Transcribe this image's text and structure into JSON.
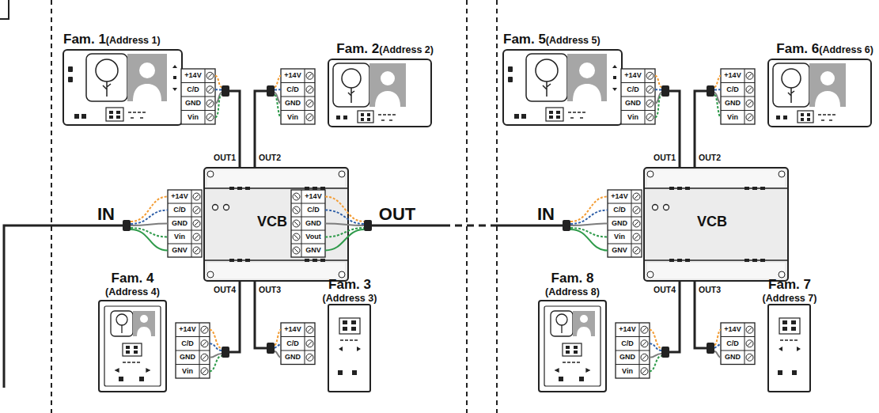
{
  "diagram": {
    "nodes": [
      {
        "text": [
          "Fam. 1",
          "(Address 1)"
        ]
      },
      {
        "text": [
          "Fam. 2",
          "(Address 2)"
        ]
      },
      {
        "text": [
          "VCB"
        ]
      },
      {
        "text": [
          "Fam. 4",
          "(Address 4)"
        ]
      },
      {
        "text": [
          "Fam. 3",
          "(Address 3)"
        ]
      },
      {
        "text": [
          "Fam. 5",
          "(Address 5)"
        ]
      },
      {
        "text": [
          "Fam. 6",
          "(Address 6)"
        ]
      },
      {
        "text": [
          "VCB"
        ]
      },
      {
        "text": [
          "Fam. 8",
          "(Address 8)"
        ]
      },
      {
        "text": [
          "Fam. 7",
          "(Address 7)"
        ]
      }
    ],
    "edges": [
      {
        "from": 2,
        "to": 0,
        "arrow": "none"
      },
      {
        "from": 2,
        "to": 1,
        "arrow": "none"
      },
      {
        "from": 2,
        "to": 3,
        "arrow": "none"
      },
      {
        "from": 2,
        "to": 4,
        "arrow": "none"
      },
      {
        "from": 2,
        "to": 7,
        "arrow": "none"
      },
      {
        "from": 7,
        "to": 5,
        "arrow": "none"
      },
      {
        "from": 7,
        "to": 6,
        "arrow": "none"
      },
      {
        "from": 7,
        "to": 8,
        "arrow": "none"
      },
      {
        "from": 7,
        "to": 9,
        "arrow": "none"
      }
    ],
    "labels": [
      "OUT1",
      "OUT2",
      "OUT3",
      "OUT4",
      "IN",
      "OUT",
      "+14V",
      "C/D",
      "GND",
      "Vin",
      "+14V",
      "C/D",
      "GND",
      "Vin",
      "+14V",
      "C/D",
      "GND",
      "Vin",
      "GNV",
      "+14V",
      "C/D",
      "GND",
      "Vout",
      "GNV",
      "+14V",
      "C/D",
      "GND",
      "Vin",
      "+14V",
      "C/D",
      "GND",
      "OUT1",
      "OUT2",
      "OUT3",
      "OUT4",
      "IN",
      "+14V",
      "C/D",
      "GND",
      "Vin",
      "+14V",
      "C/D",
      "GND",
      "Vin",
      "+14V",
      "C/D",
      "GND",
      "Vin",
      "GNV",
      "+14V",
      "C/D",
      "GND",
      "Vin",
      "+14V",
      "C/D",
      "GND"
    ]
  }
}
